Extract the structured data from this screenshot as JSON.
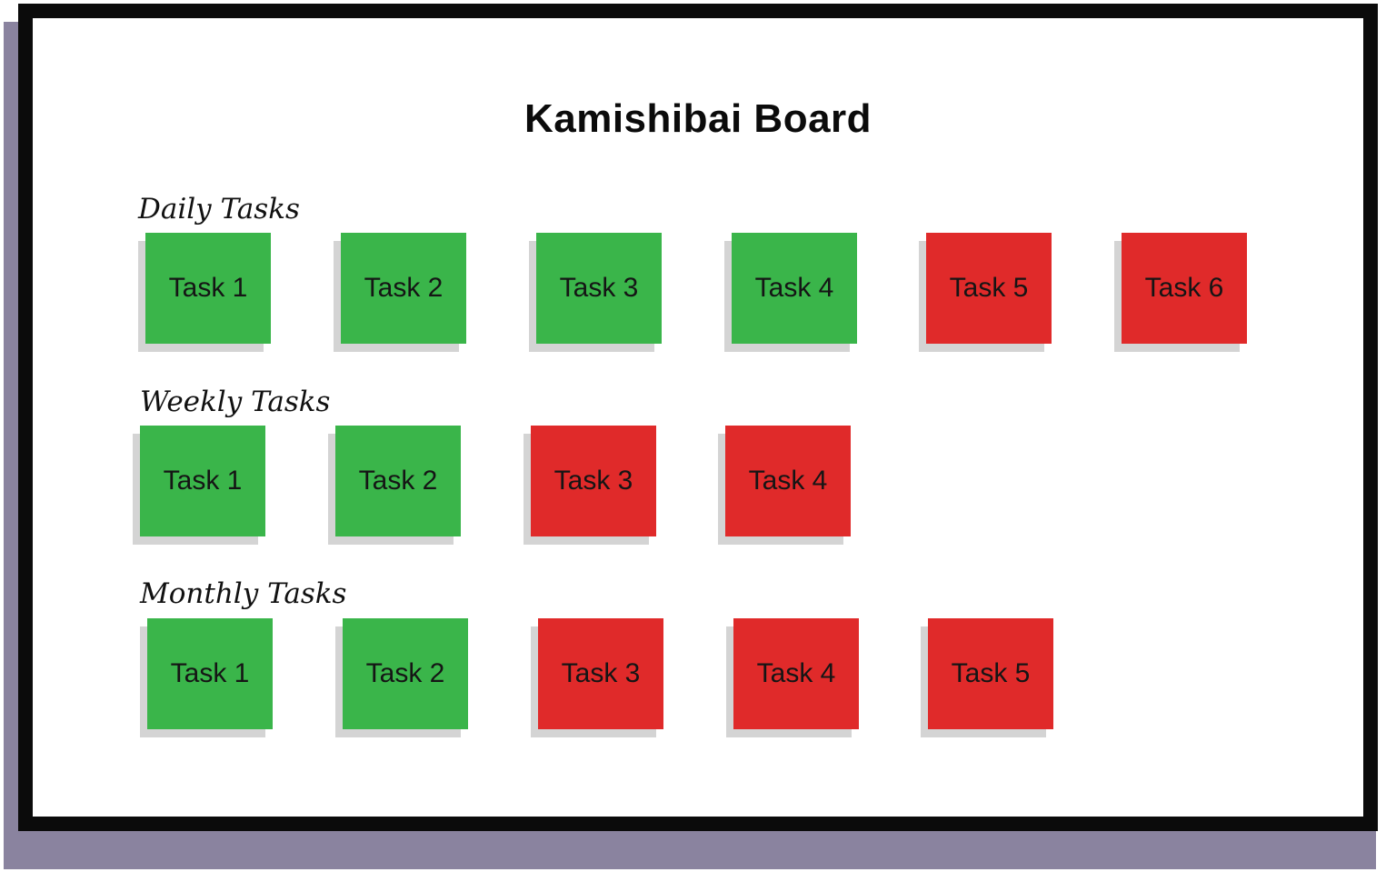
{
  "title": "Kamishibai Board",
  "colors": {
    "done": "#3ab54a",
    "not_done": "#e02a2a"
  },
  "sections": [
    {
      "label": "Daily Tasks",
      "tasks": [
        {
          "label": "Task 1",
          "status": "done"
        },
        {
          "label": "Task 2",
          "status": "done"
        },
        {
          "label": "Task 3",
          "status": "done"
        },
        {
          "label": "Task 4",
          "status": "done"
        },
        {
          "label": "Task 5",
          "status": "not_done"
        },
        {
          "label": "Task 6",
          "status": "not_done"
        }
      ]
    },
    {
      "label": "Weekly Tasks",
      "tasks": [
        {
          "label": "Task 1",
          "status": "done"
        },
        {
          "label": "Task 2",
          "status": "done"
        },
        {
          "label": "Task 3",
          "status": "not_done"
        },
        {
          "label": "Task 4",
          "status": "not_done"
        }
      ]
    },
    {
      "label": "Monthly Tasks",
      "tasks": [
        {
          "label": "Task 1",
          "status": "done"
        },
        {
          "label": "Task 2",
          "status": "done"
        },
        {
          "label": "Task 3",
          "status": "not_done"
        },
        {
          "label": "Task 4",
          "status": "not_done"
        },
        {
          "label": "Task 5",
          "status": "not_done"
        }
      ]
    }
  ]
}
